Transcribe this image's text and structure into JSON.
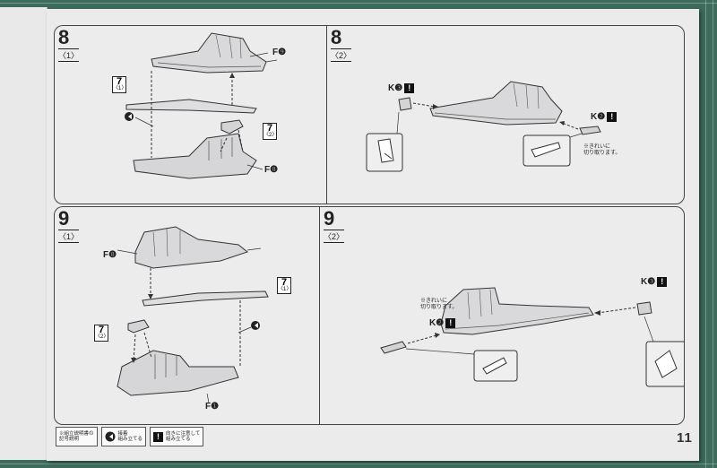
{
  "step8_1": {
    "num": "8",
    "sub": "〈1〉",
    "part_top": "F❾",
    "part_bottom": "F❽",
    "box_left_num": "7",
    "box_left_sub": "〈1〉",
    "box_right_num": "7",
    "box_right_sub": "〈2〉"
  },
  "step8_2": {
    "num": "8",
    "sub": "〈2〉",
    "part_left": "K❸",
    "part_right": "K❷",
    "note": [
      "※きれいに",
      "切り取ります。"
    ]
  },
  "step9_1": {
    "num": "9",
    "sub": "〈1〉",
    "part_top": "F❽",
    "part_bottom": "F❶",
    "box_right_num": "7",
    "box_right_sub": "〈1〉",
    "box_left_num": "7",
    "box_left_sub": "〈2〉"
  },
  "step9_2": {
    "num": "9",
    "sub": "〈2〉",
    "part_left": "K❷",
    "part_right": "K❸",
    "note": [
      "※きれいに",
      "切り取ります。"
    ]
  },
  "exclaim": "!",
  "legend": {
    "item1": [
      "※組立説明書の",
      "記号説明"
    ],
    "item2": [
      "接着",
      "組み立てる"
    ],
    "item3": [
      "向きに注意して",
      "組み立てる"
    ]
  },
  "page_number": "11"
}
